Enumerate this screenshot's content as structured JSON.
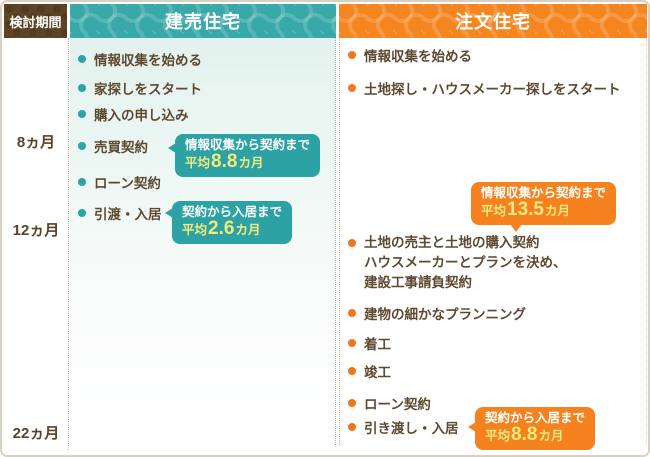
{
  "legend": {
    "period_header": "検討期間"
  },
  "markers": [
    "8ヵ月",
    "12ヵ月",
    "22ヵ月"
  ],
  "tateuri": {
    "title": "建売住宅",
    "items": [
      "情報収集を始める",
      "家探しをスタート",
      "購入の申し込み",
      "売買契約",
      "ローン契約",
      "引渡・入居"
    ],
    "bubble_contract": {
      "caption": "情報収集から契約まで",
      "avg_label": "平均",
      "value": "8.8",
      "unit": "カ月"
    },
    "bubble_movein": {
      "caption": "契約から入居まで",
      "avg_label": "平均",
      "value": "2.6",
      "unit": "カ月"
    }
  },
  "chumon": {
    "title": "注文住宅",
    "items_top": [
      "情報収集を始める",
      "土地探し・ハウスメーカー探しをスタート"
    ],
    "contract_lines": [
      "土地の売主と土地の購入契約",
      "ハウスメーカーとプランを決め、",
      "建設工事請負契約"
    ],
    "items_bottom": [
      "建物の細かなプランニング",
      "着工",
      "竣工",
      "ローン契約",
      "引き渡し・入居"
    ],
    "bubble_contract": {
      "caption": "情報収集から契約まで",
      "avg_label": "平均",
      "value": "13.5",
      "unit": "カ月"
    },
    "bubble_movein": {
      "caption": "契約から入居まで",
      "avg_label": "平均",
      "value": "8.8",
      "unit": "カ月"
    }
  },
  "colors": {
    "period_header_bg": "#5d4425",
    "tateuri_header_bg": "#38a8a8",
    "chumon_header_bg": "#f5851f",
    "tateuri_column_bg": "#e3f2ee",
    "chumon_column_bg": "#fbeee2",
    "teal_bubble_bg": "#2da2a4",
    "orange_bubble_bg": "#f5821f",
    "bubble_value_yellow": "#f2ea7d",
    "text_brown": "#5f4930"
  }
}
